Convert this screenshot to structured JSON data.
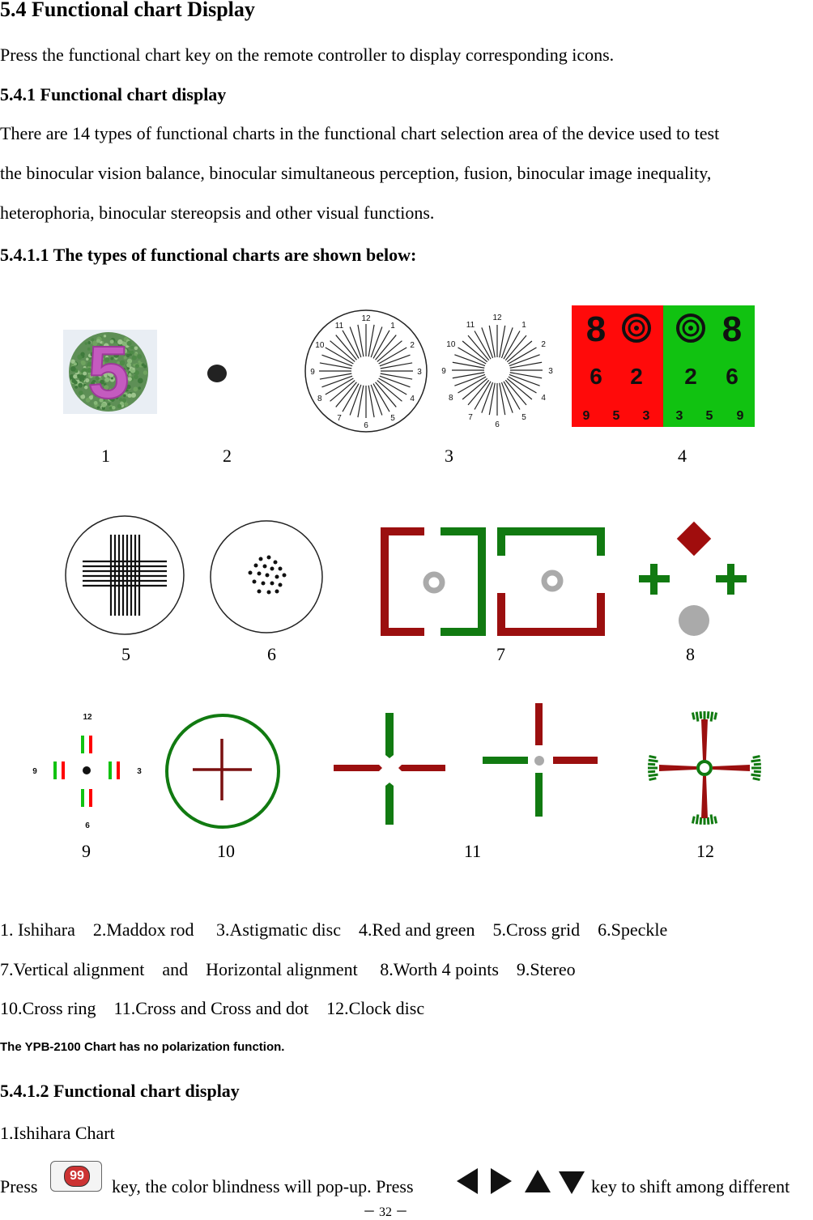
{
  "section": {
    "title": "5.4 Functional chart Display",
    "intro": "Press the functional chart key on the remote controller to display corresponding icons.",
    "sub_title": "5.4.1 Functional chart display",
    "para_line1": "There are 14 types of functional charts in the functional chart selection area of the device used to test",
    "para_line2": "the binocular vision balance, binocular simultaneous perception, fusion, binocular image inequality,",
    "para_line3": "heterophoria, binocular stereopsis and other visual functions.",
    "types_title": "5.4.1.1 The types of functional charts are shown below:"
  },
  "figure_numbers": [
    "1",
    "2",
    "3",
    "4",
    "5",
    "6",
    "7",
    "8",
    "9",
    "10",
    "11",
    "12"
  ],
  "chart_glyphs": {
    "ishihara_digit": "5",
    "clock_labels": [
      "12",
      "1",
      "2",
      "3",
      "4",
      "5",
      "6",
      "7",
      "8",
      "9",
      "10",
      "11"
    ],
    "red_green_red": [
      "8",
      "◎",
      "6",
      "2",
      "9",
      "5",
      "3"
    ],
    "red_green_green": [
      "◎",
      "8",
      "2",
      "6",
      "3",
      "5",
      "9"
    ],
    "stereo_labels": [
      "12",
      "3",
      "6",
      "9"
    ]
  },
  "legend": {
    "line1": "1. Ishihara    2.Maddox rod     3.Astigmatic disc    4.Red and green    5.Cross grid    6.Speckle",
    "line2": "7.Vertical alignment    and    Horizontal alignment     8.Worth 4 points    9.Stereo",
    "line3": "10.Cross ring    11.Cross and Cross and dot    12.Clock disc"
  },
  "note": "The YPB-2100 Chart has no polarization function.",
  "sub2_title": "5.4.1.2 Functional chart display",
  "item1": "1.Ishihara Chart",
  "press": "Press",
  "key_label": "99",
  "press_mid": "key, the color blindness will pop-up. Press",
  "press_end": "key to shift among different",
  "page_number": "－ 32 －",
  "colors": {
    "red": "#9b0f0f",
    "green": "#117a11",
    "bright_red": "#ff0000",
    "bright_green": "#00b300"
  }
}
